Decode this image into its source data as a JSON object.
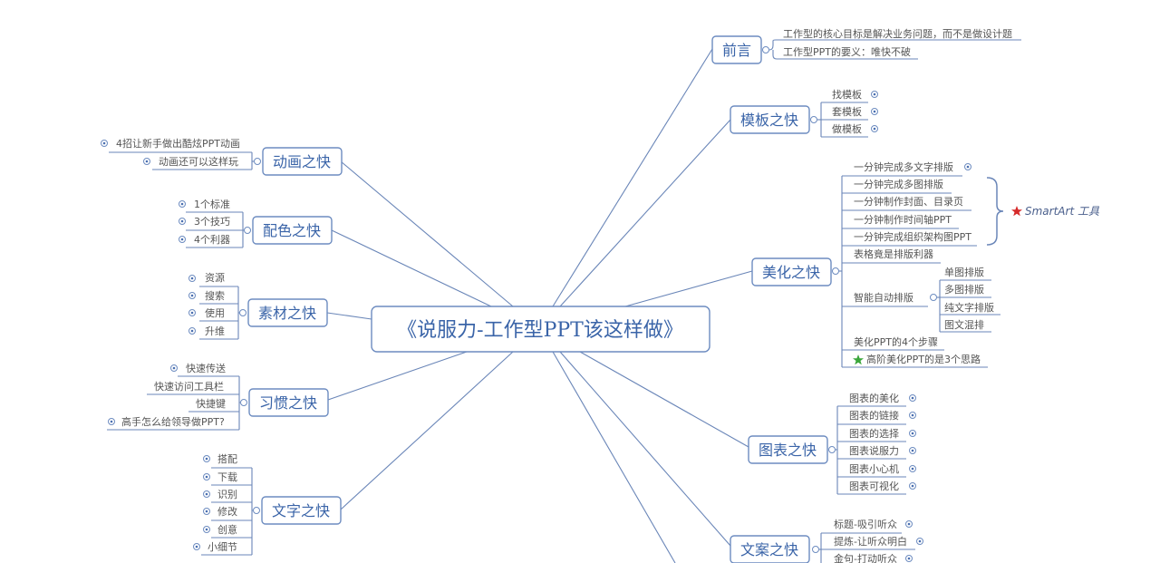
{
  "center": {
    "title": "《说服力-工作型PPT该这样做》"
  },
  "right_branches": [
    {
      "label": "前言",
      "children": [
        "工作型的核心目标是解决业务问题，而不是做设计题",
        "工作型PPT的要义：唯快不破"
      ]
    },
    {
      "label": "模板之快",
      "children": [
        "找模板",
        "套模板",
        "做模板"
      ]
    },
    {
      "label": "美化之快",
      "children": [
        "一分钟完成多文字排版",
        "一分钟完成多图排版",
        "一分钟制作封面、目录页",
        "一分钟制作时间轴PPT",
        "一分钟完成组织架构图PPT",
        "表格竟是排版利器",
        "智能自动排版",
        "美化PPT的4个步骤",
        "高阶美化PPT的是3个思路"
      ],
      "smart_layout_children": [
        "单图排版",
        "多图排版",
        "纯文字排版",
        "图文混排"
      ],
      "bracket_note": "SmartArt 工具"
    },
    {
      "label": "图表之快",
      "children": [
        "图表的美化",
        "图表的链接",
        "图表的选择",
        "图表说服力",
        "图表小心机",
        "图表可视化"
      ]
    },
    {
      "label": "文案之快",
      "children": [
        "标题-吸引听众",
        "提炼-让听众明白",
        "金句-打动听众"
      ]
    }
  ],
  "left_branches": [
    {
      "label": "动画之快",
      "children": [
        "4招让新手做出酷炫PPT动画",
        "动画还可以这样玩"
      ]
    },
    {
      "label": "配色之快",
      "children": [
        "1个标准",
        "3个技巧",
        "4个利器"
      ]
    },
    {
      "label": "素材之快",
      "children": [
        "资源",
        "搜索",
        "使用",
        "升维"
      ]
    },
    {
      "label": "习惯之快",
      "children": [
        "快速传送",
        "快速访问工具栏",
        "快捷键",
        "高手怎么给领导做PPT?"
      ]
    },
    {
      "label": "文字之快",
      "children": [
        "搭配",
        "下载",
        "识别",
        "修改",
        "创意",
        "小细节"
      ]
    }
  ],
  "colors": {
    "line": "#6a86b8",
    "topic_text": "#3a64a8",
    "sub_text": "#555555",
    "star_red": "#d62a2a",
    "star_green": "#3aa63a"
  }
}
